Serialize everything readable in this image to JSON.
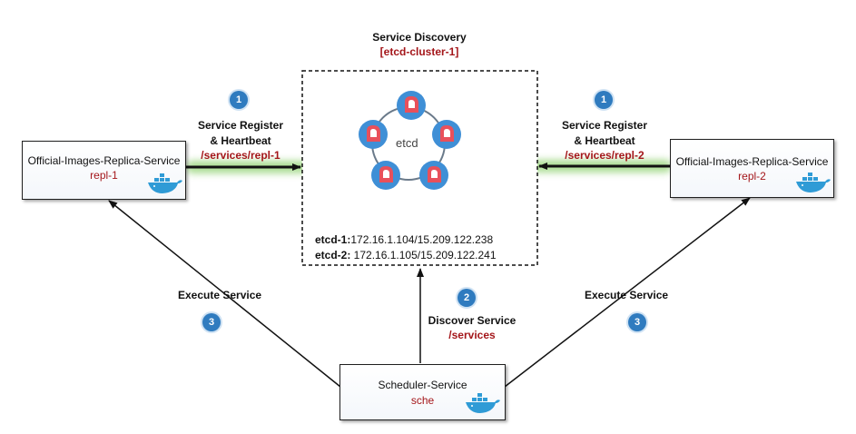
{
  "discovery": {
    "title": "Service Discovery",
    "cluster": "[etcd-cluster-1]",
    "logo_text": "etcd",
    "node1_label": "etcd-1:",
    "node1_addr": "172.16.1.104/15.209.122.238",
    "node2_label": "etcd-2:",
    "node2_addr": " 172.16.1.105/15.209.122.241"
  },
  "left_service": {
    "name": "Official-Images-Replica-Service",
    "id": "repl-1"
  },
  "right_service": {
    "name": "Official-Images-Replica-Service",
    "id": "repl-2"
  },
  "scheduler": {
    "name": "Scheduler-Service",
    "id": "sche"
  },
  "left_register": {
    "step": "1",
    "line1": "Service Register",
    "line2": "& Heartbeat",
    "path": "/services/repl-1"
  },
  "right_register": {
    "step": "1",
    "line1": "Service Register",
    "line2": "& Heartbeat",
    "path": "/services/repl-2"
  },
  "discover": {
    "step": "2",
    "label": "Discover Service",
    "path": "/services"
  },
  "execute_left": {
    "step": "3",
    "label": "Execute Service"
  },
  "execute_right": {
    "step": "3",
    "label": "Execute Service"
  },
  "icons": {
    "docker": "docker-whale-icon",
    "etcd": "etcd-cluster-icon",
    "badge": "step-number-badge"
  },
  "colors": {
    "accent_text": "#a4161a",
    "badge": "#2f7bbf",
    "etcd_blue": "#3f8fd6",
    "etcd_red": "#e8505b",
    "glow": "#8fd16f"
  }
}
